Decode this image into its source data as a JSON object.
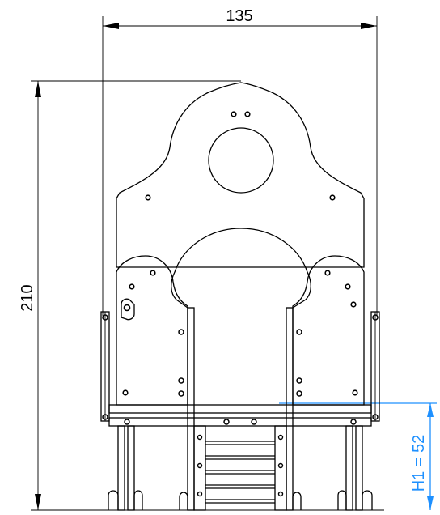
{
  "dimensions": {
    "width": {
      "value": "135",
      "color": "#000000"
    },
    "height": {
      "value": "210",
      "color": "#000000"
    },
    "h1": {
      "value": "H1 = 52",
      "color": "#1e90ff"
    }
  },
  "parts": [
    "play-tower-front-view",
    "climbing-ladder",
    "support-posts",
    "side-panels",
    "round-window"
  ]
}
